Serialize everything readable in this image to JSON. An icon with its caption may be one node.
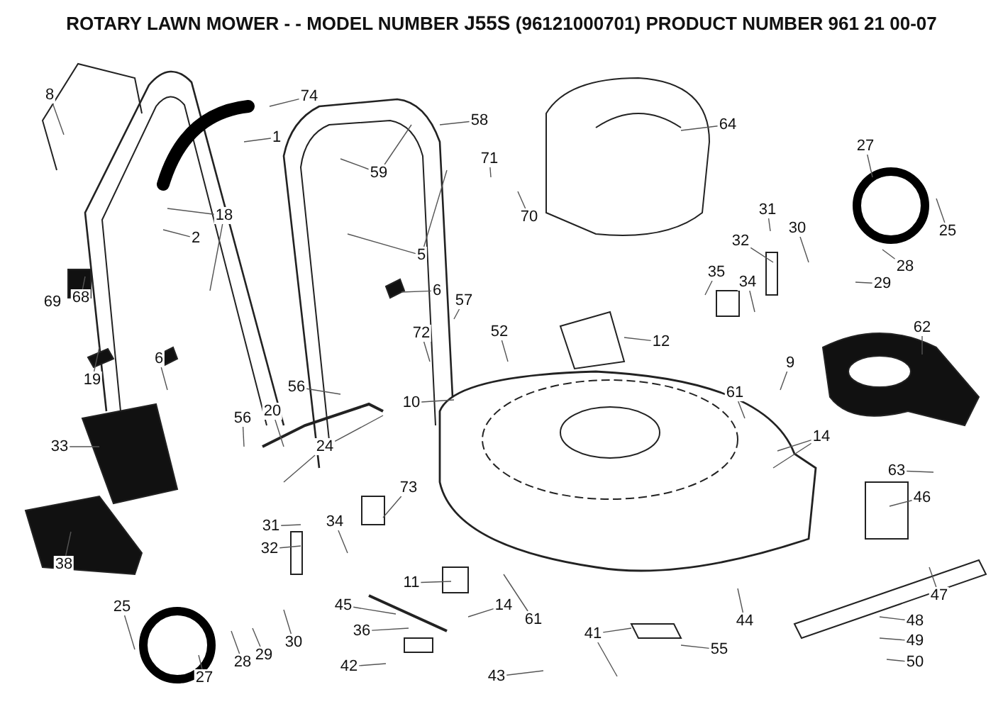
{
  "diagram": {
    "title": "ROTARY LAWN MOWER - - MODEL NUMBER **J55S** (96121000701) PRODUCT NUMBER 961 21 00-07",
    "nodes": [
      {
        "text": [
          "8"
        ]
      },
      {
        "text": [
          "74"
        ]
      },
      {
        "text": [
          "1"
        ]
      },
      {
        "text": [
          "18"
        ]
      },
      {
        "text": [
          "2"
        ]
      },
      {
        "text": [
          "69"
        ]
      },
      {
        "text": [
          "68"
        ]
      },
      {
        "text": [
          "19"
        ]
      },
      {
        "text": [
          "6"
        ]
      },
      {
        "text": [
          "58"
        ]
      },
      {
        "text": [
          "59"
        ]
      },
      {
        "text": [
          "71"
        ]
      },
      {
        "text": [
          "70"
        ]
      },
      {
        "text": [
          "5"
        ]
      },
      {
        "text": [
          "6"
        ]
      },
      {
        "text": [
          "57"
        ]
      },
      {
        "text": [
          "72"
        ]
      },
      {
        "text": [
          "52"
        ]
      },
      {
        "text": [
          "64"
        ]
      },
      {
        "text": [
          "27"
        ]
      },
      {
        "text": [
          "25"
        ]
      },
      {
        "text": [
          "28"
        ]
      },
      {
        "text": [
          "29"
        ]
      },
      {
        "text": [
          "32"
        ]
      },
      {
        "text": [
          "31"
        ]
      },
      {
        "text": [
          "30"
        ]
      },
      {
        "text": [
          "35"
        ]
      },
      {
        "text": [
          "34"
        ]
      },
      {
        "text": [
          "12"
        ]
      },
      {
        "text": [
          "62"
        ]
      },
      {
        "text": [
          "9"
        ]
      },
      {
        "text": [
          "61"
        ]
      },
      {
        "text": [
          "14"
        ]
      },
      {
        "text": [
          "63"
        ]
      },
      {
        "text": [
          "46"
        ]
      },
      {
        "text": [
          "47"
        ]
      },
      {
        "text": [
          "48"
        ]
      },
      {
        "text": [
          "49"
        ]
      },
      {
        "text": [
          "50"
        ]
      },
      {
        "text": [
          "44"
        ]
      },
      {
        "text": [
          "55"
        ]
      },
      {
        "text": [
          "41"
        ]
      },
      {
        "text": [
          "43"
        ]
      },
      {
        "text": [
          "61"
        ]
      },
      {
        "text": [
          "14"
        ]
      },
      {
        "text": [
          "73"
        ]
      },
      {
        "text": [
          "11"
        ]
      },
      {
        "text": [
          "45"
        ]
      },
      {
        "text": [
          "36"
        ]
      },
      {
        "text": [
          "42"
        ]
      },
      {
        "text": [
          "10"
        ]
      },
      {
        "text": [
          "56"
        ]
      },
      {
        "text": [
          "56"
        ]
      },
      {
        "text": [
          "20"
        ]
      },
      {
        "text": [
          "24"
        ]
      },
      {
        "text": [
          "33"
        ]
      },
      {
        "text": [
          "38"
        ]
      },
      {
        "text": [
          "31"
        ]
      },
      {
        "text": [
          "32"
        ]
      },
      {
        "text": [
          "34"
        ]
      },
      {
        "text": [
          "30"
        ]
      },
      {
        "text": [
          "29"
        ]
      },
      {
        "text": [
          "28"
        ]
      },
      {
        "text": [
          "25"
        ]
      },
      {
        "text": [
          "27"
        ]
      }
    ],
    "edges": [
      {
        "from": 0,
        "to": null,
        "arrow": "none"
      },
      {
        "from": 1,
        "to": null,
        "arrow": "none"
      },
      {
        "from": 2,
        "to": null,
        "arrow": "none"
      },
      {
        "from": 3,
        "to": null,
        "arrow": "none"
      },
      {
        "from": 3,
        "to": null,
        "arrow": "none"
      },
      {
        "from": 4,
        "to": null,
        "arrow": "none"
      },
      {
        "from": 6,
        "to": null,
        "arrow": "none"
      },
      {
        "from": 7,
        "to": null,
        "arrow": "none"
      },
      {
        "from": 8,
        "to": null,
        "arrow": "none"
      },
      {
        "from": 9,
        "to": null,
        "arrow": "none"
      },
      {
        "from": 10,
        "to": null,
        "arrow": "none"
      },
      {
        "from": 10,
        "to": null,
        "arrow": "none"
      },
      {
        "from": 11,
        "to": null,
        "arrow": "none"
      },
      {
        "from": 12,
        "to": null,
        "arrow": "none"
      },
      {
        "from": 13,
        "to": null,
        "arrow": "none"
      },
      {
        "from": 13,
        "to": null,
        "arrow": "none"
      },
      {
        "from": 14,
        "to": null,
        "arrow": "none"
      },
      {
        "from": 15,
        "to": null,
        "arrow": "none"
      },
      {
        "from": 16,
        "to": null,
        "arrow": "none"
      },
      {
        "from": 17,
        "to": null,
        "arrow": "none"
      },
      {
        "from": 18,
        "to": null,
        "arrow": "none"
      },
      {
        "from": 19,
        "to": null,
        "arrow": "none"
      },
      {
        "from": 20,
        "to": null,
        "arrow": "none"
      },
      {
        "from": 21,
        "to": null,
        "arrow": "none"
      },
      {
        "from": 22,
        "to": null,
        "arrow": "none"
      },
      {
        "from": 23,
        "to": null,
        "arrow": "none"
      },
      {
        "from": 24,
        "to": null,
        "arrow": "none"
      },
      {
        "from": 25,
        "to": null,
        "arrow": "none"
      },
      {
        "from": 26,
        "to": null,
        "arrow": "none"
      },
      {
        "from": 27,
        "to": null,
        "arrow": "none"
      },
      {
        "from": 28,
        "to": null,
        "arrow": "none"
      },
      {
        "from": 29,
        "to": null,
        "arrow": "none"
      },
      {
        "from": 30,
        "to": null,
        "arrow": "none"
      },
      {
        "from": 31,
        "to": null,
        "arrow": "none"
      },
      {
        "from": 32,
        "to": null,
        "arrow": "none"
      },
      {
        "from": 32,
        "to": null,
        "arrow": "none"
      },
      {
        "from": 33,
        "to": null,
        "arrow": "none"
      },
      {
        "from": 34,
        "to": null,
        "arrow": "none"
      },
      {
        "from": 35,
        "to": null,
        "arrow": "none"
      },
      {
        "from": 36,
        "to": null,
        "arrow": "none"
      },
      {
        "from": 37,
        "to": null,
        "arrow": "none"
      },
      {
        "from": 38,
        "to": null,
        "arrow": "none"
      },
      {
        "from": 39,
        "to": null,
        "arrow": "none"
      },
      {
        "from": 40,
        "to": null,
        "arrow": "none"
      },
      {
        "from": 41,
        "to": null,
        "arrow": "none"
      },
      {
        "from": 41,
        "to": null,
        "arrow": "none"
      },
      {
        "from": 42,
        "to": null,
        "arrow": "none"
      },
      {
        "from": 43,
        "to": null,
        "arrow": "none"
      },
      {
        "from": 44,
        "to": null,
        "arrow": "none"
      },
      {
        "from": 45,
        "to": null,
        "arrow": "none"
      },
      {
        "from": 46,
        "to": null,
        "arrow": "none"
      },
      {
        "from": 47,
        "to": null,
        "arrow": "none"
      },
      {
        "from": 48,
        "to": null,
        "arrow": "none"
      },
      {
        "from": 49,
        "to": null,
        "arrow": "none"
      },
      {
        "from": 50,
        "to": null,
        "arrow": "none"
      },
      {
        "from": 51,
        "to": null,
        "arrow": "none"
      },
      {
        "from": 52,
        "to": null,
        "arrow": "none"
      },
      {
        "from": 53,
        "to": null,
        "arrow": "none"
      },
      {
        "from": 54,
        "to": null,
        "arrow": "none"
      },
      {
        "from": 54,
        "to": null,
        "arrow": "none"
      },
      {
        "from": 55,
        "to": null,
        "arrow": "none"
      },
      {
        "from": 56,
        "to": null,
        "arrow": "none"
      },
      {
        "from": 57,
        "to": null,
        "arrow": "none"
      },
      {
        "from": 58,
        "to": null,
        "arrow": "none"
      },
      {
        "from": 59,
        "to": null,
        "arrow": "none"
      },
      {
        "from": 60,
        "to": null,
        "arrow": "none"
      },
      {
        "from": 61,
        "to": null,
        "arrow": "none"
      },
      {
        "from": 62,
        "to": null,
        "arrow": "none"
      },
      {
        "from": 63,
        "to": null,
        "arrow": "none"
      },
      {
        "from": 64,
        "to": null,
        "arrow": "none"
      }
    ]
  }
}
